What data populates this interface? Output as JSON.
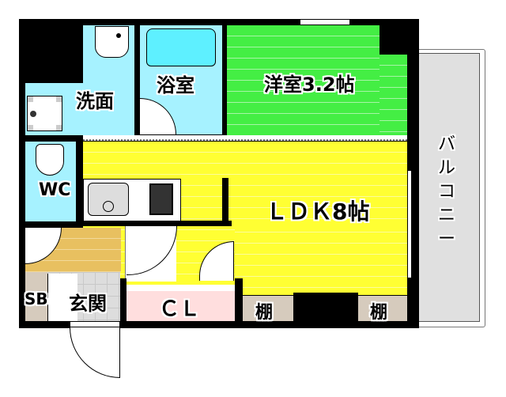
{
  "floorplan": {
    "rooms": {
      "washroom": {
        "label": "洗面",
        "color": "#a6f2ff"
      },
      "bathroom": {
        "label": "浴室",
        "color": "#a6f2ff"
      },
      "western_room": {
        "label": "洋室3.2帖",
        "color": "#44ee44"
      },
      "toilet": {
        "label": "WC",
        "color": "#a6f2ff"
      },
      "ldk": {
        "label": "ＬＤＫ8帖",
        "color": "#ffff33"
      },
      "shoe_box": {
        "label": "SB",
        "color": "#d6cbbd"
      },
      "entrance": {
        "label": "玄関",
        "color": "#dddddd"
      },
      "closet": {
        "label": "ＣＬ",
        "color": "#ffdede"
      },
      "shelf_left": {
        "label": "棚",
        "color": "#d6cbbd"
      },
      "shelf_right": {
        "label": "棚",
        "color": "#d6cbbd"
      },
      "balcony": {
        "label": "バルコニー",
        "color": "#e0e0e0"
      }
    }
  }
}
